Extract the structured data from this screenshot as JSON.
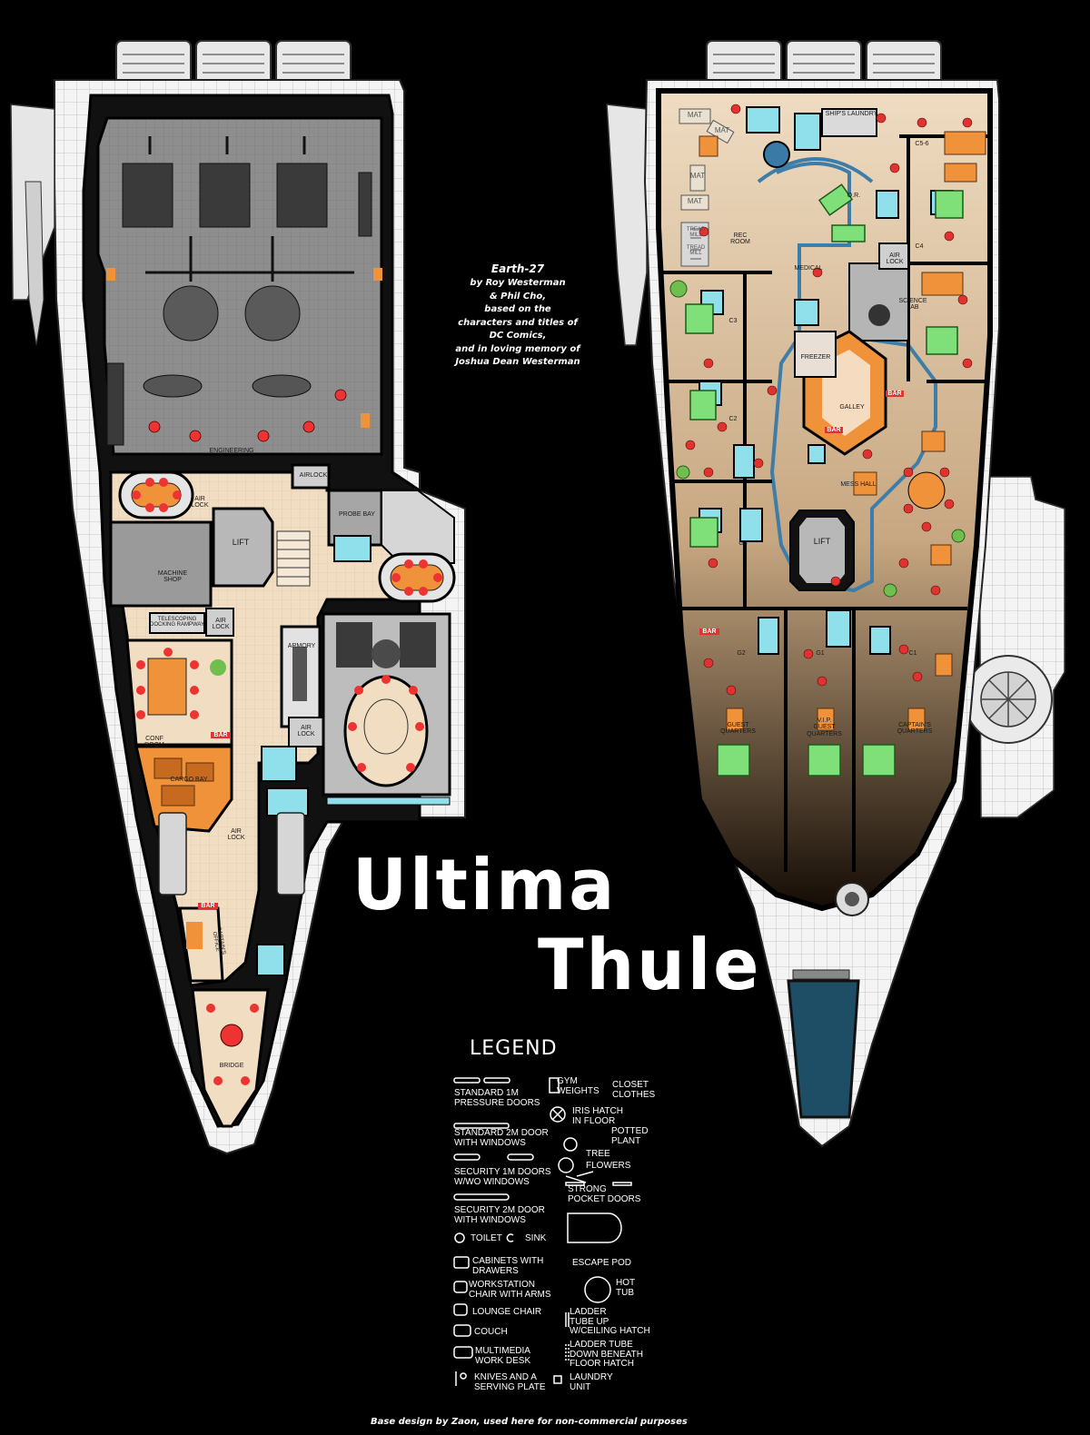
{
  "credits": {
    "line1": "Earth-27",
    "line2": "by Roy Westerman",
    "line3": "& Phil Cho,",
    "line4": "based on the",
    "line5": "characters and titles of",
    "line6": "DC Comics,",
    "line7": "and in loving memory of",
    "line8": "Joshua Dean Westerman"
  },
  "title": {
    "line1": "Ultima",
    "line2": "Thule"
  },
  "lower_deck": {
    "engineering": "ENGINEERING",
    "air_lock_1": "AIR\nLOCK",
    "airlock": "AIRLOCK",
    "lift": "LIFT",
    "probe_bay": "PROBE BAY",
    "machine_shop": "MACHINE\nSHOP",
    "telescoping": "TELESCOPING\nDOCKING RAMPWAY",
    "air_lock_2": "AIR\nLOCK",
    "armory": "ARMORY",
    "air_lock_3": "AIR\nLOCK",
    "conf_room": "CONF\nROOM",
    "bar_1": "BAR",
    "cargo_bay": "CARGO BAY",
    "air_lock_4": "AIR\nLOCK",
    "bar_2": "BAR",
    "captains_office": "CAPTAIN'S\nOFFICE",
    "bridge": "BRIDGE"
  },
  "upper_deck": {
    "ships_laundry": "SHIP'S LAUNDRY",
    "mat_1": "MAT",
    "mat_2": "MAT",
    "mat_3": "MAT",
    "mat_4": "MAT",
    "tread_mill_1": "TREAD\nMILL",
    "tread_mill_2": "TREAD\nMILL",
    "rec_room": "REC\nROOM",
    "cs6": "C5-6",
    "or": "O.R.",
    "c4": "C4",
    "medical": "MEDICAL",
    "air_lock": "AIR\nLOCK",
    "science_lab": "SCIENCE\nLAB",
    "c3": "C3",
    "freezer": "FREEZER",
    "c2": "C2",
    "galley": "GALLEY",
    "bar_1": "BAR",
    "bar_2": "BAR",
    "mess_hall": "MESS HALL",
    "g3": "G3",
    "lift": "LIFT",
    "g2": "G2",
    "g1": "G1",
    "c1": "C1",
    "bar_3": "BAR",
    "guest_quarters": "GUEST\nQUARTERS",
    "vip_quarters": "V.I.P.\nGUEST\nQUARTERS",
    "captains_quarters": "CAPTAIN'S\nQUARTERS"
  },
  "legend": {
    "heading": "LEGEND",
    "std_1m": "STANDARD 1M\nPRESSURE DOORS",
    "std_2m": "STANDARD 2M DOOR\nWITH WINDOWS",
    "sec_1m": "SECURITY 1M DOORS\nW/WO WINDOWS",
    "sec_2m": "SECURITY 2M DOOR\nWITH WINDOWS",
    "toilet": "TOILET",
    "sink": "SINK",
    "cabinets": "CABINETS WITH\nDRAWERS",
    "workstation": "WORKSTATION\nCHAIR WITH ARMS",
    "lounge": "LOUNGE CHAIR",
    "couch": "COUCH",
    "multimedia": "MULTIMEDIA\nWORK DESK",
    "knives": "KNIVES AND A\nSERVING PLATE",
    "gym": "GYM\nWEIGHTS",
    "closet": "CLOSET\nCLOTHES",
    "iris": "IRIS HATCH\nIN FLOOR",
    "potted": "POTTED\nPLANT",
    "tree": "TREE",
    "flowers": "FLOWERS",
    "strong": "STRONG\nPOCKET DOORS",
    "escape": "ESCAPE POD",
    "hottub": "HOT\nTUB",
    "ladder_up": "LADDER\nTUBE UP\nW/CEILING HATCH",
    "ladder_down": "LADDER TUBE\nDOWN BENEATH\nFLOOR HATCH",
    "laundry": "LAUNDRY\nUNIT"
  },
  "footer": "Base design by Zaon, used here for non-commercial purposes",
  "colors": {
    "hull": "#f2f2f2",
    "outline": "#0d0d0d",
    "engineering_floor": "#8c8c8c",
    "corridor": "#f1ddc2",
    "orange": "#f0923a",
    "cyan": "#8fe0ea",
    "green": "#7fe07a",
    "red_chair": "#e0322f",
    "pool": "#1e4e66"
  }
}
